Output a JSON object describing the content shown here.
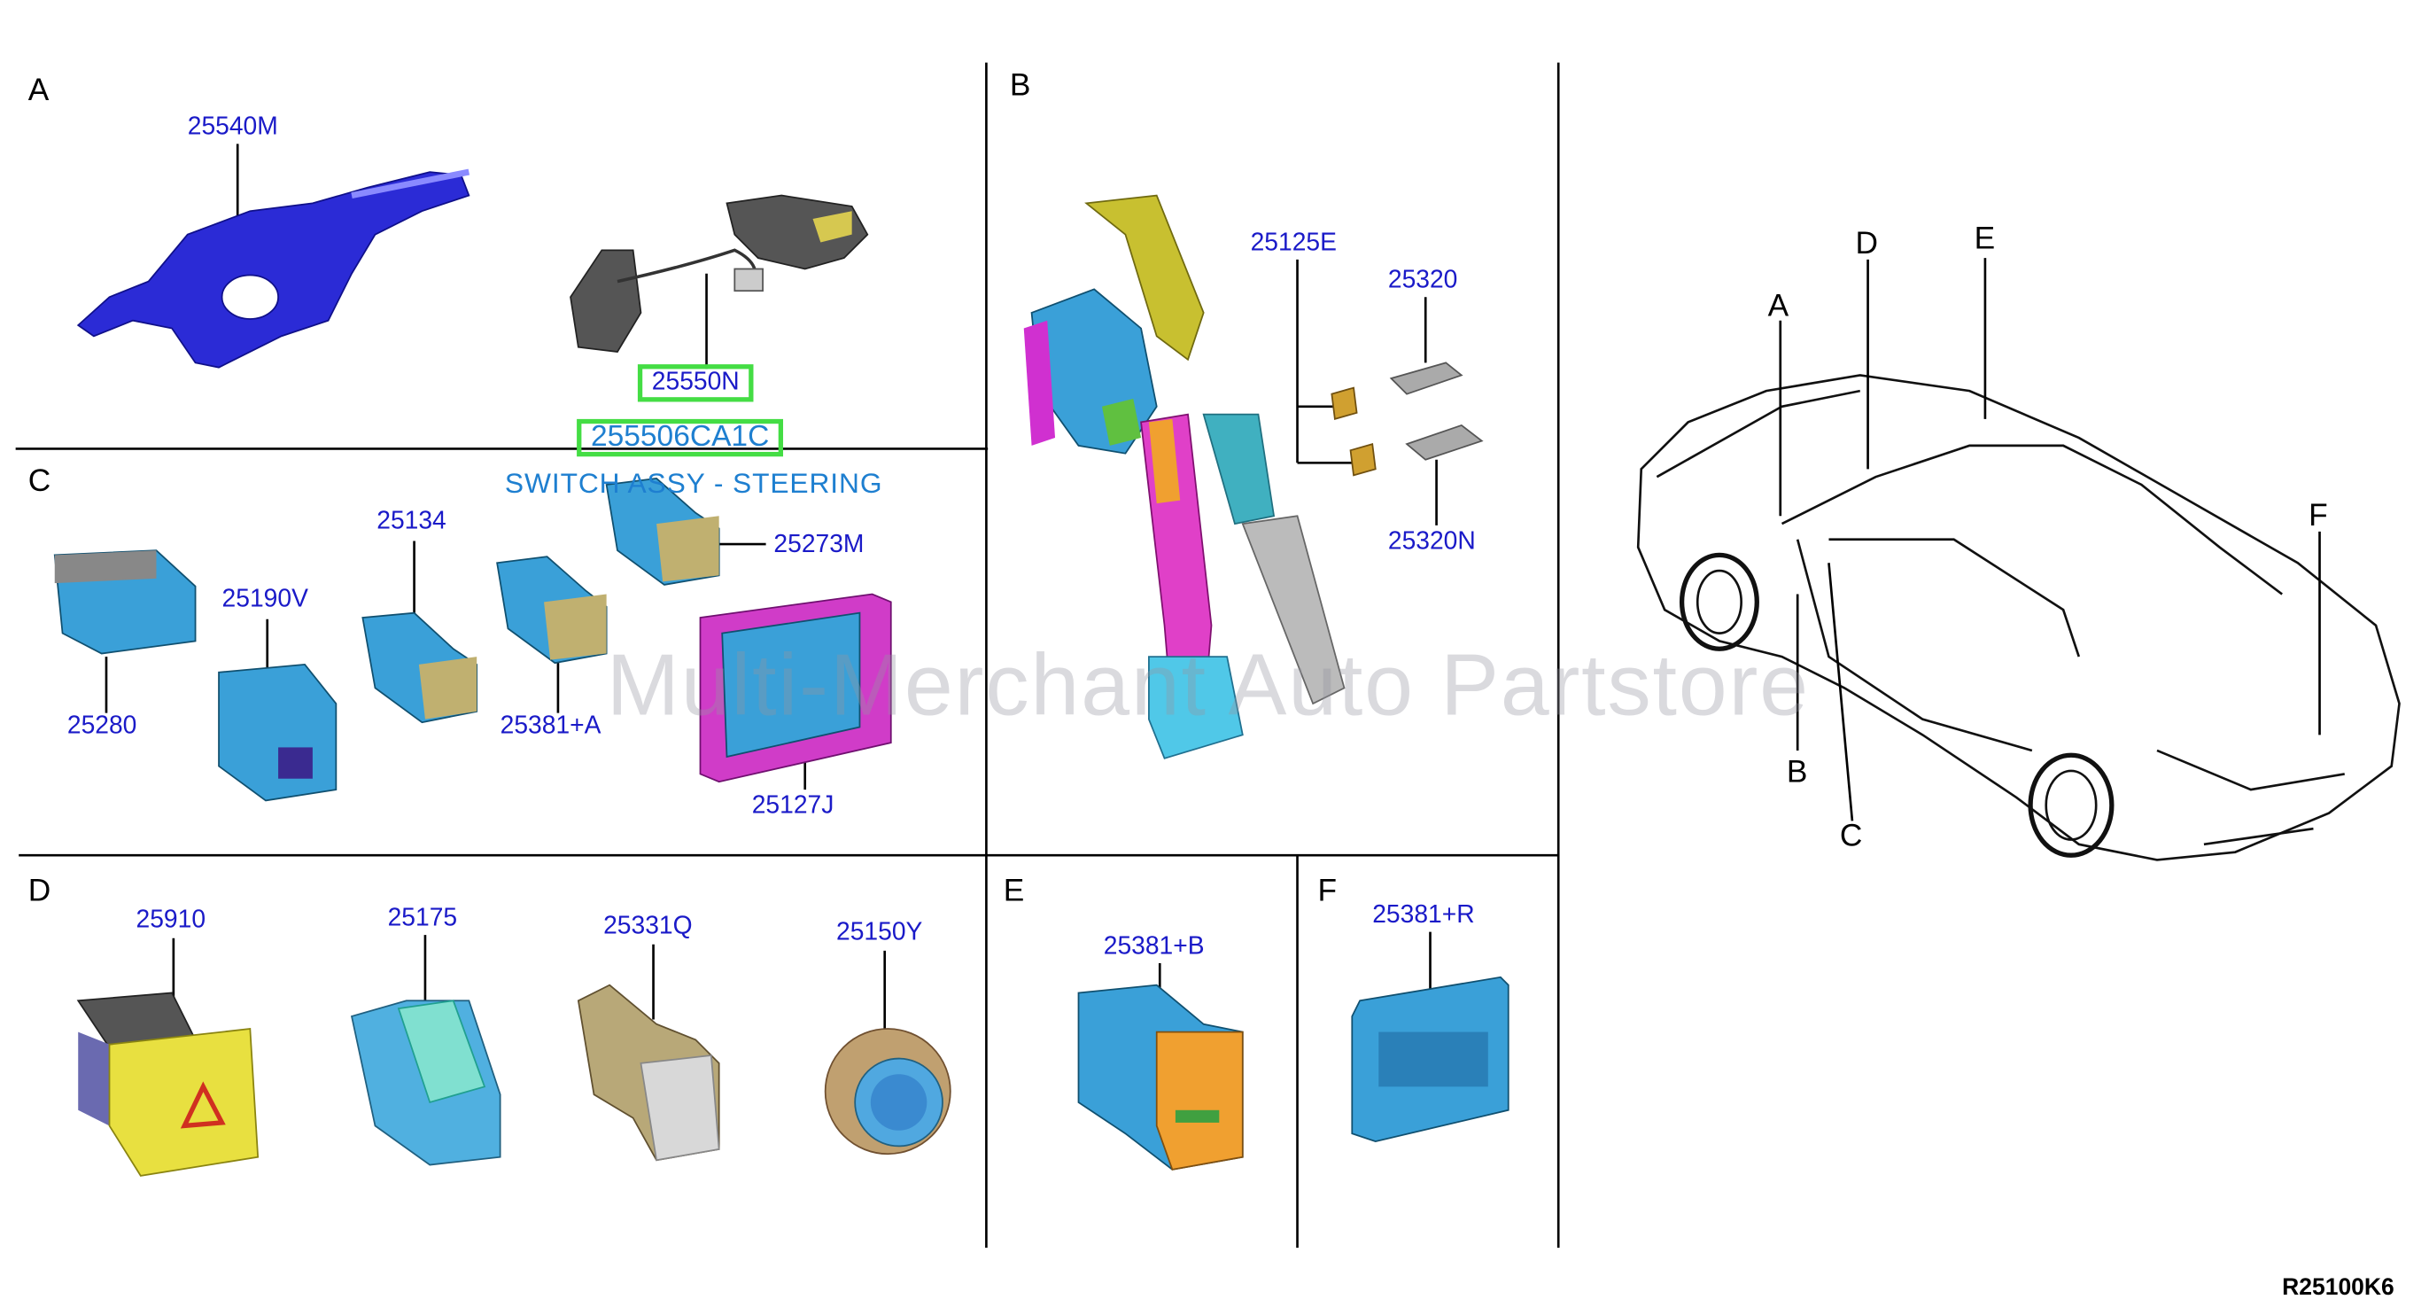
{
  "sections": {
    "A": "A",
    "B": "B",
    "C": "C",
    "D": "D",
    "E": "E",
    "F": "F"
  },
  "parts": {
    "p25540M": "25540M",
    "p25550N": "25550N",
    "p255506CA1C": "255506CA1C",
    "p25125E": "25125E",
    "p25320": "25320",
    "p25320N": "25320N",
    "p25134": "25134",
    "p25273M": "25273M",
    "p25190V": "25190V",
    "p25280": "25280",
    "p25381A": "25381+A",
    "p25127J": "25127J",
    "p25910": "25910",
    "p25175": "25175",
    "p25331Q": "25331Q",
    "p25150Y": "25150Y",
    "p25381B": "25381+B",
    "p25381R": "25381+R"
  },
  "highlight_description": "SWITCH ASSY - STEERING",
  "car_callouts": {
    "A": "A",
    "B": "B",
    "C": "C",
    "D": "D",
    "E": "E",
    "F": "F"
  },
  "watermark": "Multi-Merchant Auto Partstore",
  "diagram_code": "R25100K6",
  "colors": {
    "label": "#1a1ac8",
    "highlight": "#44dd44",
    "watermark": "#9696a0"
  }
}
